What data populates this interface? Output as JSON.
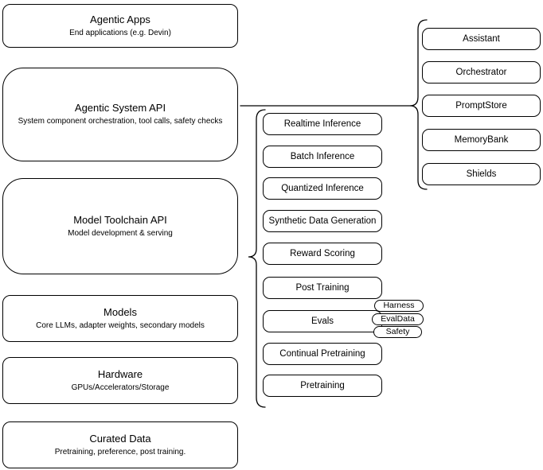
{
  "diagram": {
    "stroke_color": "#000000",
    "background_color": "#ffffff",
    "layers": [
      {
        "title": "Agentic Apps",
        "subtitle": "End applications (e.g. Devin)"
      },
      {
        "title": "Agentic System API",
        "subtitle": "System component orchestration, tool calls, safety checks"
      },
      {
        "title": "Model Toolchain API",
        "subtitle": "Model development & serving"
      },
      {
        "title": "Models",
        "subtitle": "Core LLMs, adapter weights, secondary models"
      },
      {
        "title": "Hardware",
        "subtitle": "GPUs/Accelerators/Storage"
      },
      {
        "title": "Curated Data",
        "subtitle": "Pretraining, preference, post training."
      }
    ],
    "toolchain_services": [
      "Realtime Inference",
      "Batch Inference",
      "Quantized Inference",
      "Synthetic Data Generation",
      "Reward Scoring",
      "Post Training",
      "Evals",
      "Continual Pretraining",
      "Pretraining"
    ],
    "eval_tags": [
      "Harness",
      "EvalData",
      "Safety"
    ],
    "system_components": [
      "Assistant",
      "Orchestrator",
      "PromptStore",
      "MemoryBank",
      "Shields"
    ]
  }
}
